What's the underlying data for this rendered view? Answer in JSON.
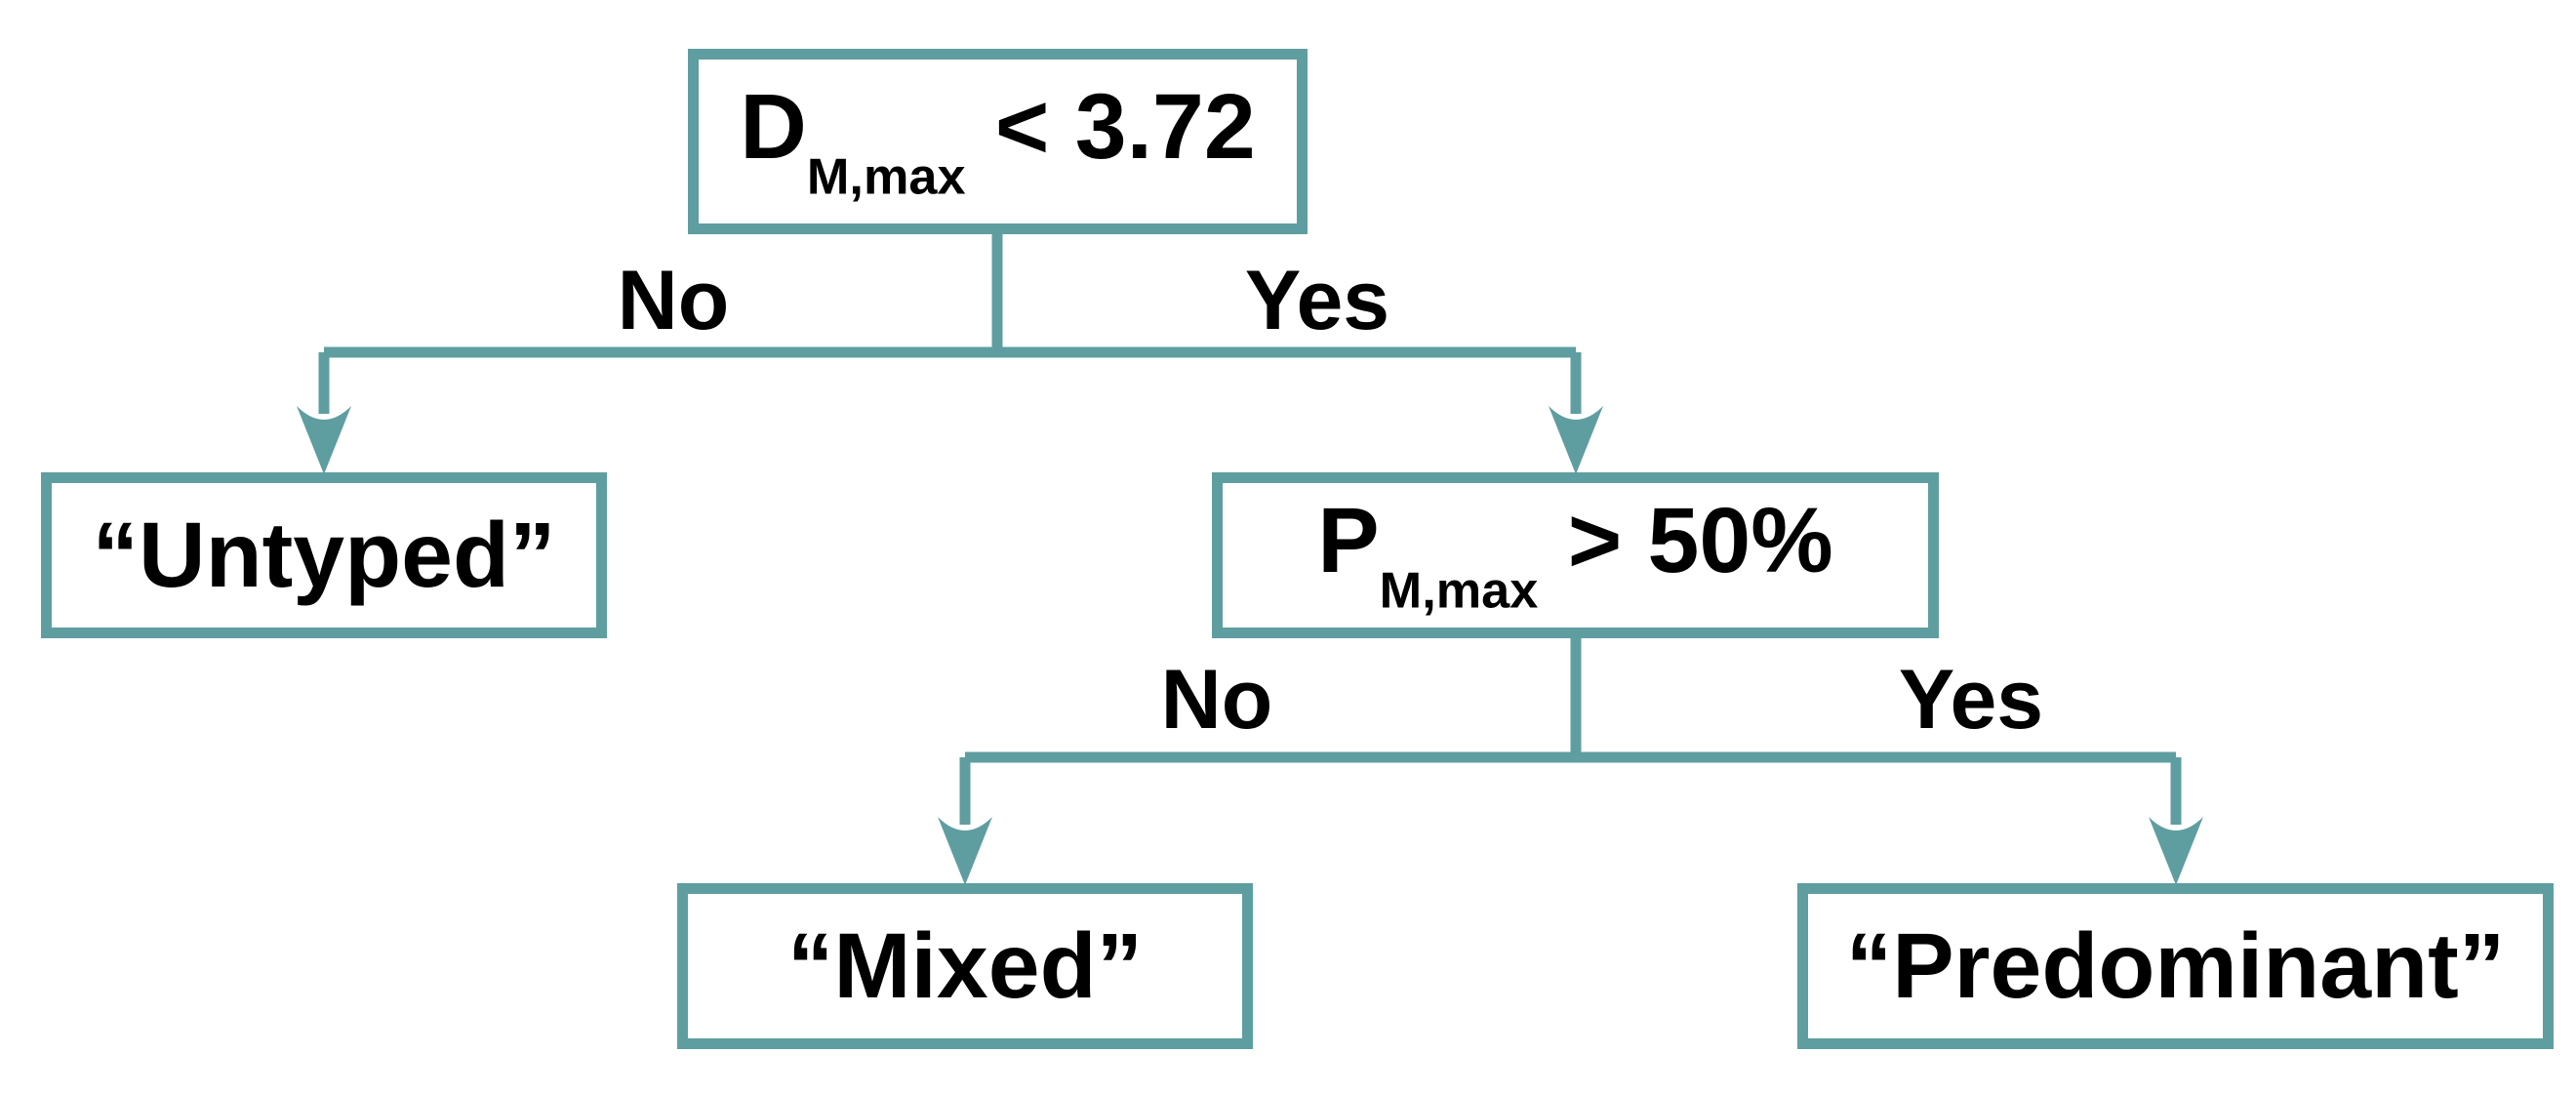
{
  "colors": {
    "accent": "#5f9ea0",
    "text": "#000000",
    "background": "#ffffff"
  },
  "tree": {
    "root": {
      "condition": {
        "base": "D",
        "subscript": "M,max",
        "comparison": "< 3.72"
      },
      "branches": [
        {
          "label": "No",
          "result": "“Untyped”"
        },
        {
          "label": "Yes",
          "node": {
            "condition": {
              "base": "P",
              "subscript": "M,max",
              "comparison": "> 50%"
            },
            "branches": [
              {
                "label": "No",
                "result": "“Mixed”"
              },
              {
                "label": "Yes",
                "result": "“Predominant”"
              }
            ]
          }
        }
      ]
    }
  }
}
